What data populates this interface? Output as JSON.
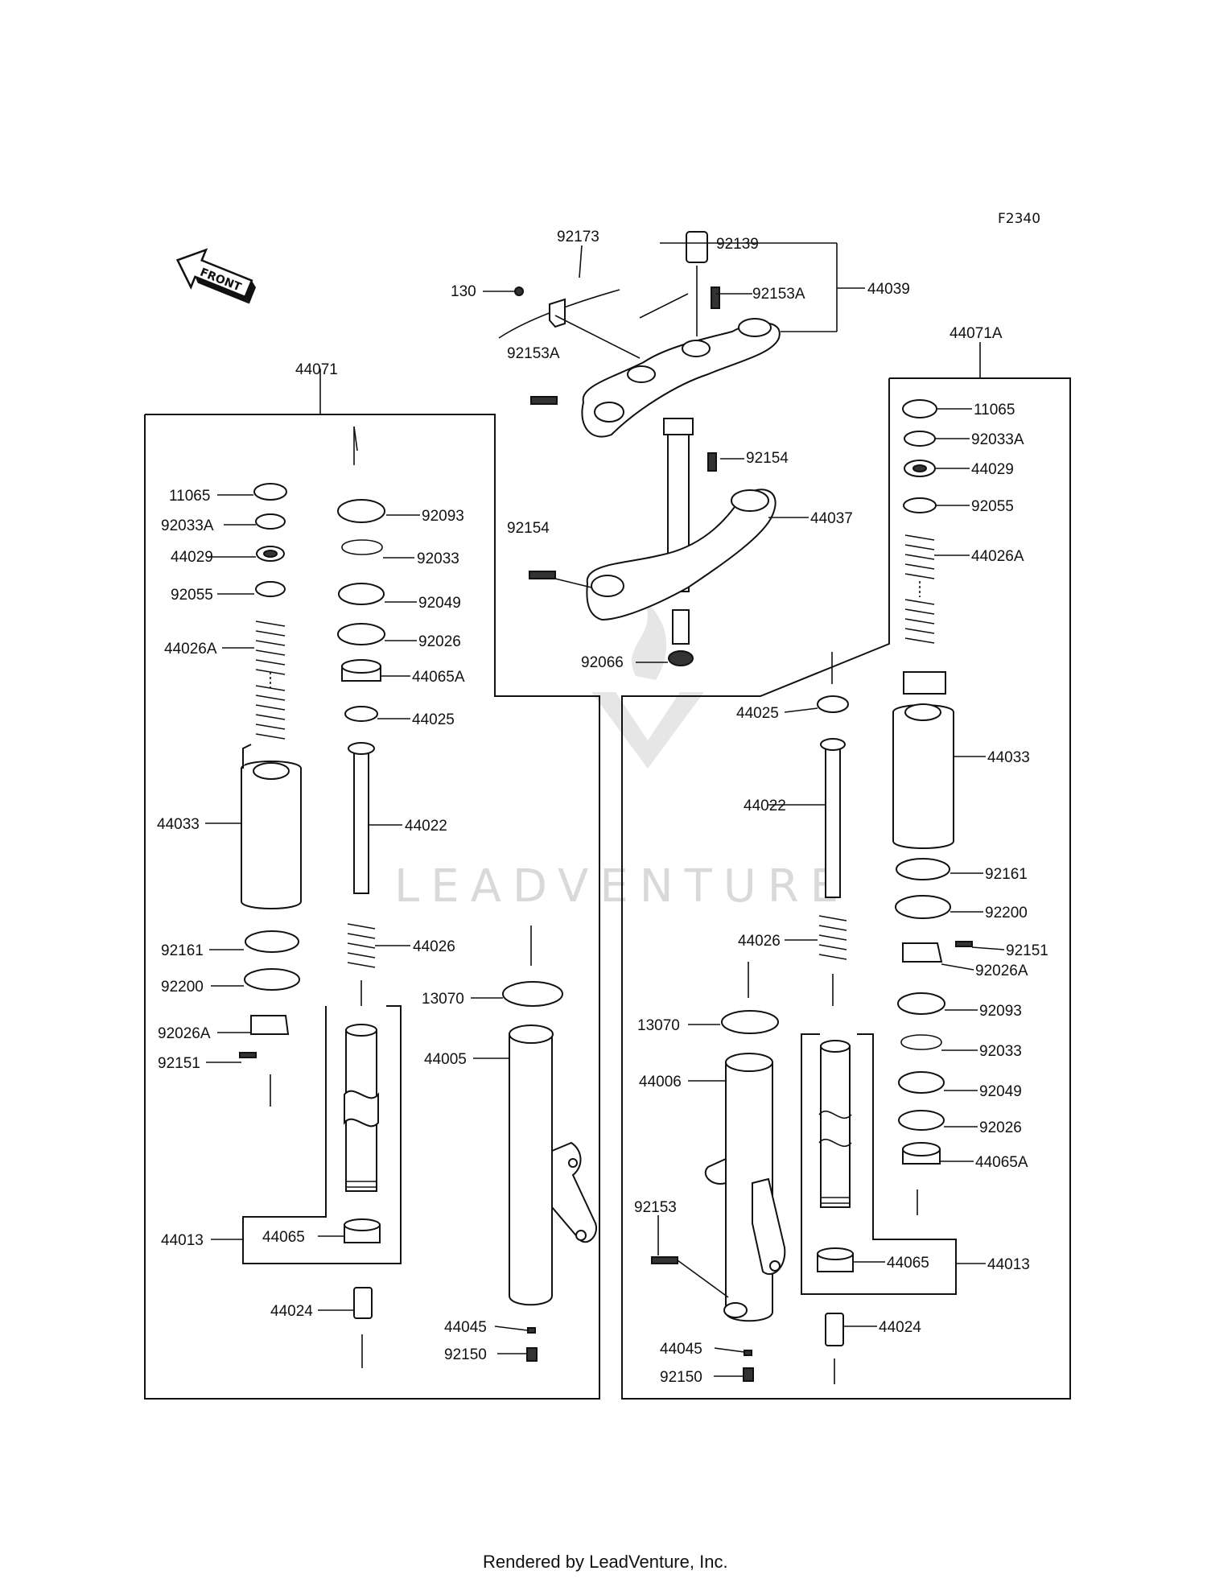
{
  "diagram": {
    "code": "F2340",
    "front_label": "FRONT",
    "watermark": "LEADVENTURE",
    "footer": "Rendered by LeadVenture, Inc.",
    "groups": {
      "left": "44071",
      "right": "44071A"
    },
    "labels": {
      "top": [
        "92173",
        "92139",
        "130",
        "92153A",
        "44039",
        "92153A",
        "92154",
        "44037",
        "92154",
        "92066"
      ],
      "left": [
        "11065",
        "92033A",
        "44029",
        "92055",
        "44026A",
        "44033",
        "92161",
        "92200",
        "92026A",
        "92151",
        "44013",
        "44065",
        "44024"
      ],
      "center": [
        "92093",
        "92033",
        "92049",
        "92026",
        "44065A",
        "44025",
        "44022",
        "44026",
        "13070",
        "44005",
        "44045",
        "92150"
      ],
      "right_mid": [
        "44025",
        "44022",
        "44026",
        "13070",
        "44006",
        "92153",
        "44045",
        "92150",
        "44065",
        "44024"
      ],
      "right": [
        "11065",
        "92033A",
        "44029",
        "92055",
        "44026A",
        "44033",
        "92161",
        "92200",
        "92151",
        "92026A",
        "92093",
        "92033",
        "92049",
        "92026",
        "44065A",
        "44013"
      ]
    }
  }
}
